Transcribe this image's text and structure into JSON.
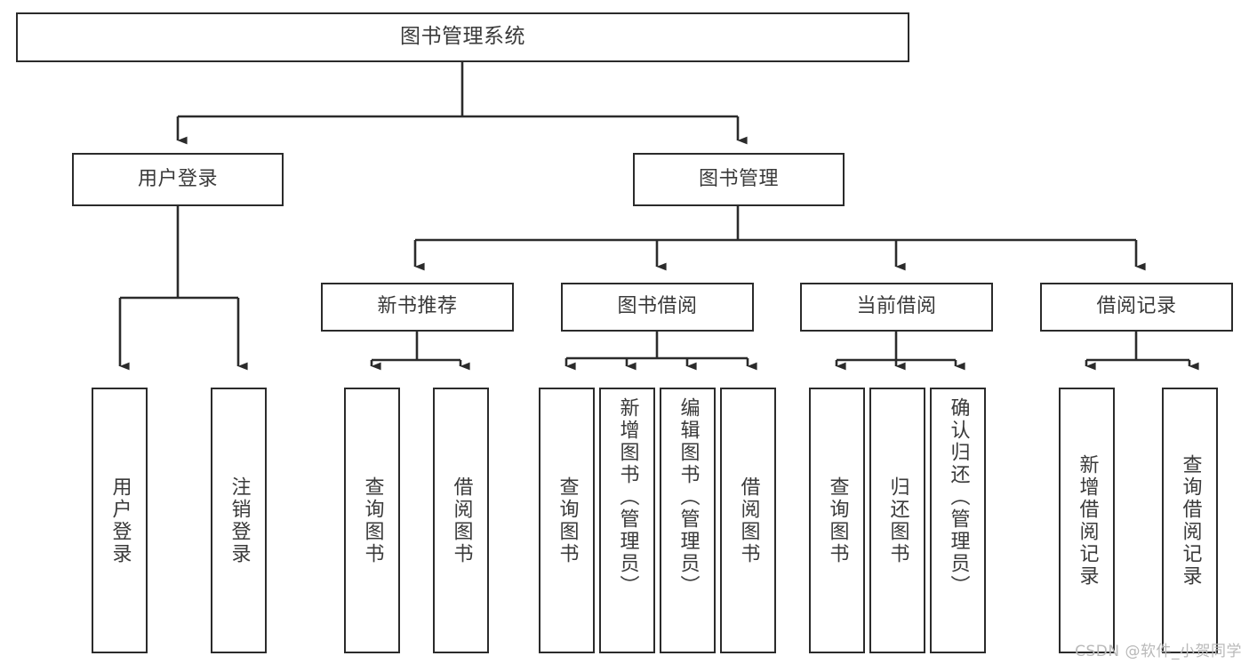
{
  "diagram": {
    "title": "图书管理系统",
    "type": "tree-hierarchy-diagram",
    "watermark": "CSDN @软件_小贺同学",
    "colors": {
      "border": "#2b2b2b",
      "text": "#3a3a3a",
      "background": "#ffffff",
      "connector": "#2b2b2b",
      "watermark": "#b9b9b9"
    }
  },
  "root": {
    "label": "图书管理系统"
  },
  "level2": [
    {
      "label": "用户登录"
    },
    {
      "label": "图书管理"
    }
  ],
  "level3": [
    {
      "label": "新书推荐"
    },
    {
      "label": "图书借阅"
    },
    {
      "label": "当前借阅"
    },
    {
      "label": "借阅记录"
    }
  ],
  "leaves": {
    "user_login": [
      {
        "label": "用户登录"
      },
      {
        "label": "注销登录"
      }
    ],
    "new_book_recommend": [
      {
        "label": "查询图书"
      },
      {
        "label": "借阅图书"
      }
    ],
    "book_borrow": [
      {
        "label": "查询图书"
      },
      {
        "label": "新增图书（管理员）"
      },
      {
        "label": "编辑图书（管理员）"
      },
      {
        "label": "借阅图书"
      }
    ],
    "current_borrow": [
      {
        "label": "查询图书"
      },
      {
        "label": "归还图书"
      },
      {
        "label": "确认归还（管理员）"
      }
    ],
    "borrow_record": [
      {
        "label": "新增借阅记录"
      },
      {
        "label": "查询借阅记录"
      }
    ]
  }
}
